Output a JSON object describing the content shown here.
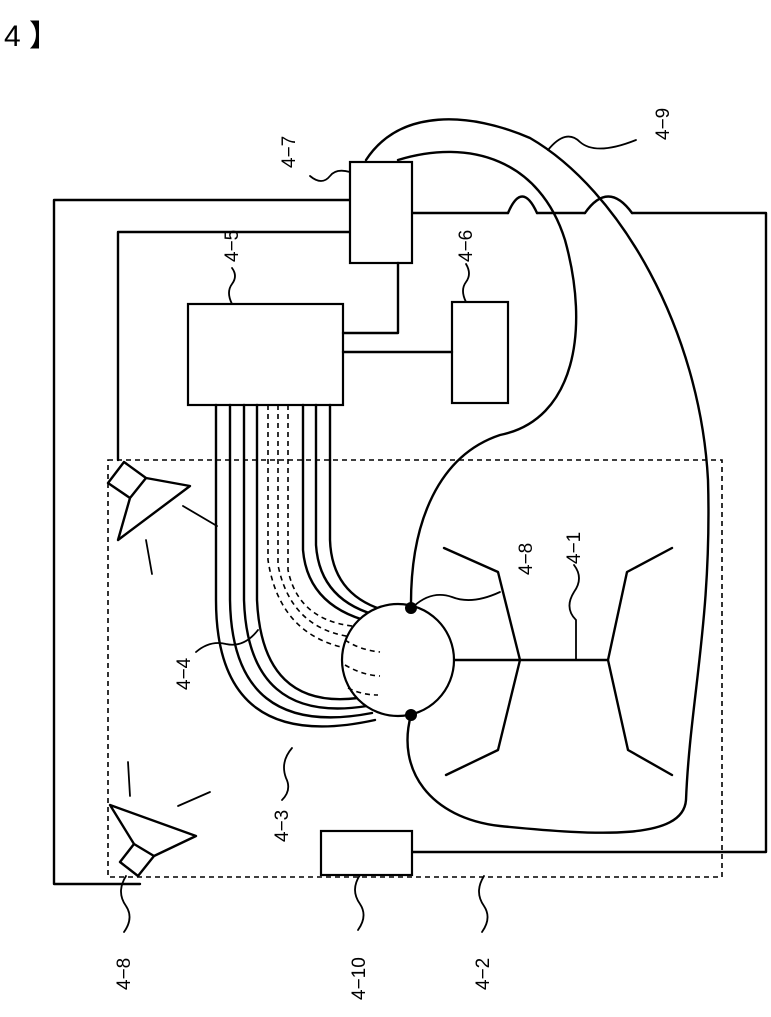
{
  "figure": {
    "header": "4 】",
    "labels": {
      "l_4_1": "4−1",
      "l_4_2": "4−2",
      "l_4_3": "4−3",
      "l_4_4": "4−4",
      "l_4_5": "4−5",
      "l_4_6": "4−6",
      "l_4_7": "4−7",
      "l_4_8_top": "4−8",
      "l_4_8_bottom": "4−8",
      "l_4_9": "4−9",
      "l_4_10": "4−10"
    }
  }
}
